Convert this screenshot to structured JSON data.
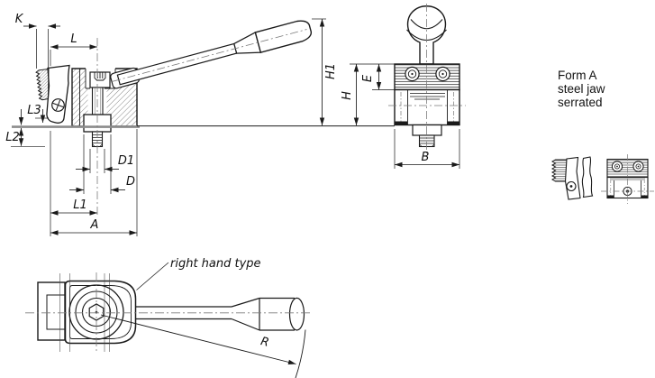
{
  "page": {
    "background": "#ffffff"
  },
  "drawing": {
    "title_note": {
      "line1": "Form A",
      "line2": "steel jaw",
      "line3": "serrated"
    },
    "annotations": {
      "right_hand_type": "right hand type"
    },
    "dimension_labels": {
      "K": "K",
      "L": "L",
      "L3": "L3",
      "L2": "L2",
      "D1": "D1",
      "D": "D",
      "L1": "L1",
      "A": "A",
      "H1": "H1",
      "H": "H",
      "E": "E",
      "B": "B",
      "R": "R"
    },
    "colors": {
      "line": "#1a1a1a",
      "centerline": "#7a7a7a",
      "surface_line": "#8c8c8c",
      "detail_gray": "#c4c4c4"
    }
  }
}
